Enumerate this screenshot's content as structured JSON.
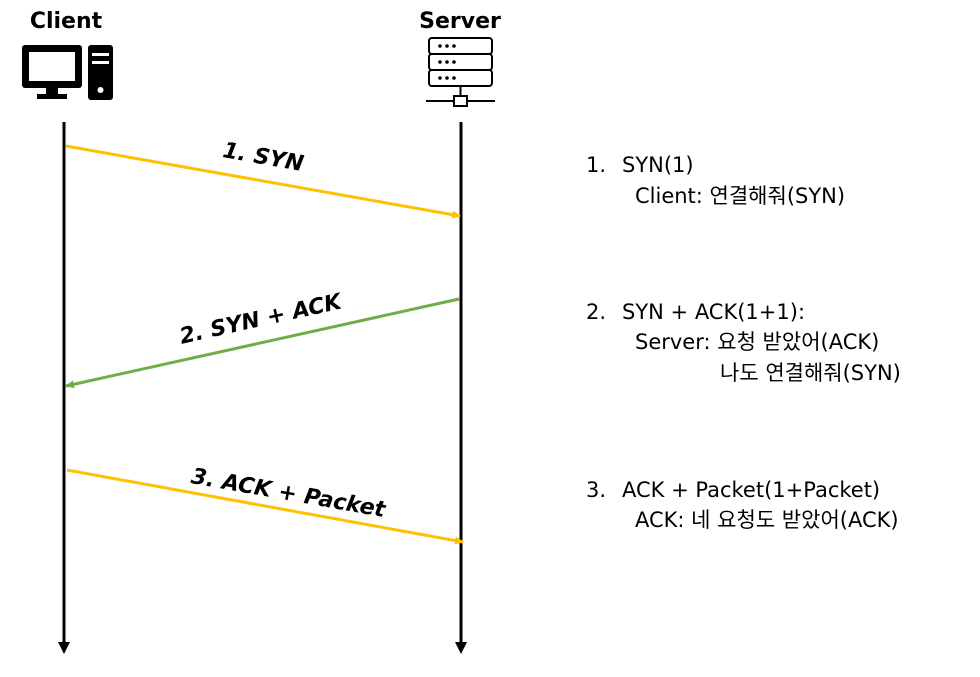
{
  "participants": {
    "client": {
      "label": "Client",
      "icon": "desktop-computer-icon"
    },
    "server": {
      "label": "Server",
      "icon": "server-rack-icon"
    }
  },
  "colors": {
    "syn": "#FFC000",
    "syn_ack": "#70AD47",
    "ack_packet": "#FFC000",
    "lifeline": "#000000"
  },
  "messages": [
    {
      "label": "1. SYN",
      "from": "client",
      "to": "server"
    },
    {
      "label": "2. SYN + ACK",
      "from": "server",
      "to": "client"
    },
    {
      "label": "3. ACK + Packet",
      "from": "client",
      "to": "server"
    }
  ],
  "notes": [
    {
      "number": "1.",
      "heading": "SYN(1)",
      "lines": [
        "Client: 연결해줘(SYN)"
      ]
    },
    {
      "number": "2.",
      "heading": "SYN + ACK(1+1):",
      "lines": [
        "Server: 요청 받았어(ACK)",
        "나도 연결해줘(SYN)"
      ]
    },
    {
      "number": "3.",
      "heading": "ACK + Packet(1+Packet)",
      "lines": [
        "ACK: 네 요청도 받았어(ACK)"
      ]
    }
  ]
}
